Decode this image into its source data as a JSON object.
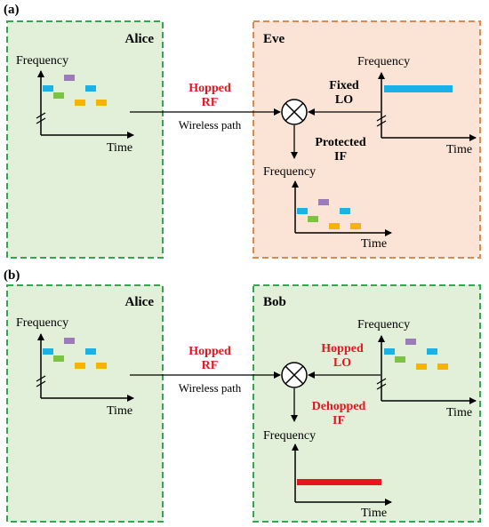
{
  "panel_a": {
    "label": "(a)",
    "sender_title": "Alice",
    "receiver_title": "Eve",
    "signal_line1": "Hopped",
    "signal_line2": "RF",
    "path_label": "Wireless path",
    "lo_line1": "Fixed",
    "lo_line2": "LO",
    "if_line1": "Protected",
    "if_line2": "IF"
  },
  "panel_b": {
    "label": "(b)",
    "sender_title": "Alice",
    "receiver_title": "Bob",
    "signal_line1": "Hopped",
    "signal_line2": "RF",
    "path_label": "Wireless path",
    "lo_line1": "Hopped",
    "lo_line2": "LO",
    "if_line1": "Dehopped",
    "if_line2": "IF"
  },
  "axes": {
    "y_label": "Frequency",
    "x_label": "Time"
  },
  "colors": {
    "green_box_fill": "#e2efd9",
    "green_box_border": "#2fa84f",
    "orange_box_fill": "#fbe4d5",
    "orange_box_border": "#e2884a",
    "blue_block": "#1ab0e8",
    "purple_block": "#9b7bb8",
    "green_block": "#7cc243",
    "yellow_block": "#f5b400",
    "red_signal": "#e8141e",
    "red_text": "#e8141e"
  },
  "icons": {
    "mixer": "mixer-icon",
    "axis_break": "axis-break-icon"
  }
}
